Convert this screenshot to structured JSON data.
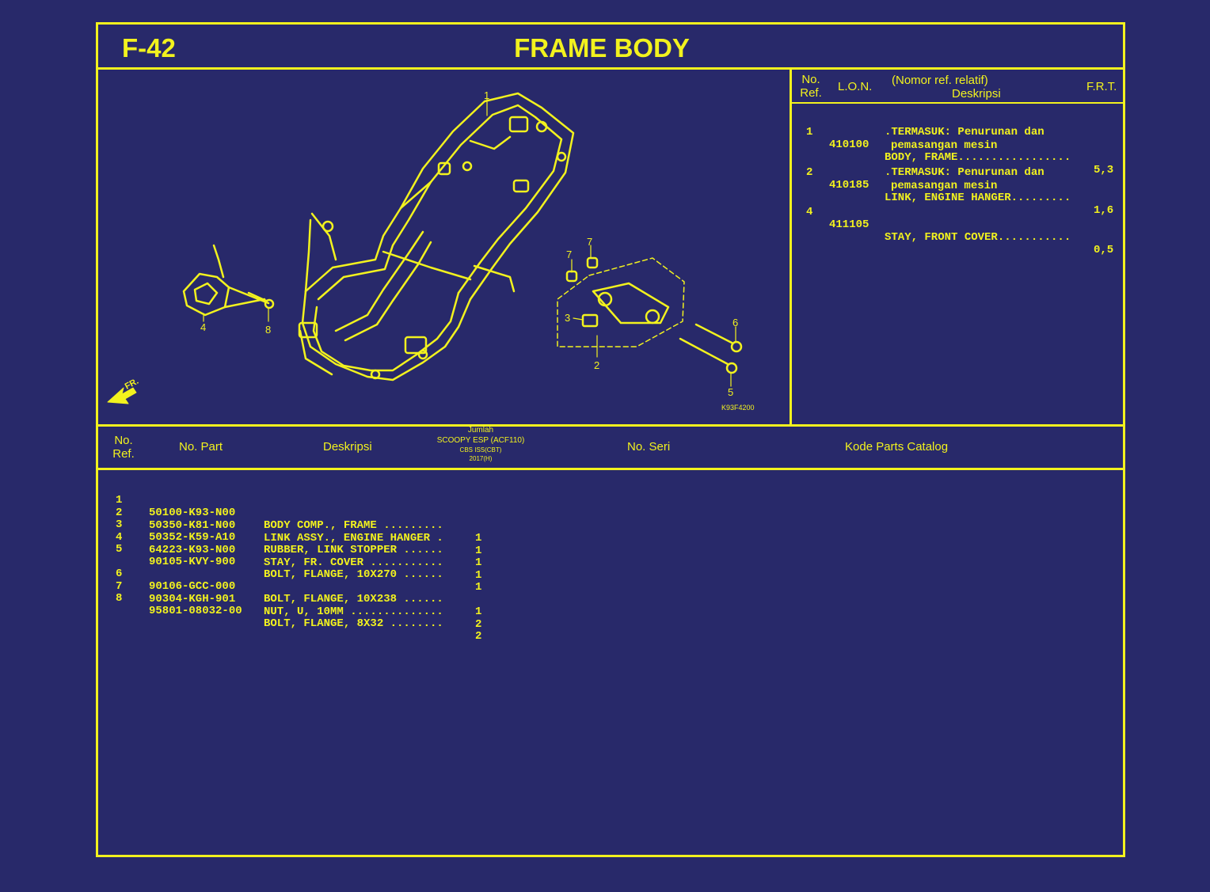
{
  "page": {
    "code": "F-42",
    "title": "FRAME BODY"
  },
  "colors": {
    "background": "#28296a",
    "ink": "#f2f21e"
  },
  "lon_table": {
    "headers": {
      "ref_line1": "No.",
      "ref_line2": "Ref.",
      "lon": "L.O.N.",
      "desc_line1": "(Nomor ref. relatif)",
      "desc_line2": "Deskripsi",
      "frt": "F.R.T."
    },
    "rows": [
      {
        "ref": "1",
        "lon": "410100",
        "desc": "BODY, FRAME.................",
        "note1": ".TERMASUK: Penurunan dan",
        "note2": "pemasangan mesin",
        "frt": "5,3"
      },
      {
        "ref": "2",
        "lon": "410185",
        "desc": "LINK, ENGINE HANGER.........",
        "note1": ".TERMASUK: Penurunan dan",
        "note2": "pemasangan mesin",
        "frt": "1,6"
      },
      {
        "ref": "4",
        "lon": "411105",
        "desc": "STAY, FRONT COVER...........",
        "note1": "",
        "note2": "",
        "frt": "0,5"
      }
    ]
  },
  "diagram": {
    "code": "K93F4200",
    "fr_label": "FR.",
    "callouts": [
      "1",
      "2",
      "3",
      "4",
      "5",
      "6",
      "7",
      "7",
      "8"
    ]
  },
  "parts_table": {
    "headers": {
      "ref_line1": "No.",
      "ref_line2": "Ref.",
      "part_no": "No. Part",
      "desc": "Deskripsi",
      "qty_line1": "Jumlah",
      "qty_line2": "SCOOPY ESP (ACF110)",
      "qty_line3": "CBS ISS(CBT)",
      "qty_line4": "2017(H)",
      "serial": "No. Seri",
      "catalog": "Kode Parts Catalog"
    },
    "rows": [
      {
        "ref": "1",
        "part_no": "50100-K93-N00",
        "desc": "BODY COMP., FRAME .........",
        "qty": "1"
      },
      {
        "ref": "2",
        "part_no": "50350-K81-N00",
        "desc": "LINK ASSY., ENGINE HANGER .",
        "qty": "1"
      },
      {
        "ref": "3",
        "part_no": "50352-K59-A10",
        "desc": "RUBBER, LINK STOPPER ......",
        "qty": "1"
      },
      {
        "ref": "4",
        "part_no": "64223-K93-N00",
        "desc": "STAY, FR. COVER ...........",
        "qty": "1"
      },
      {
        "ref": "5",
        "part_no": "90105-KVY-900",
        "desc": "BOLT, FLANGE, 10X270 ......",
        "qty": "1"
      },
      {
        "ref": "6",
        "part_no": "90106-GCC-000",
        "desc": "BOLT, FLANGE, 10X238 ......",
        "qty": "1"
      },
      {
        "ref": "7",
        "part_no": "90304-KGH-901",
        "desc": "NUT, U, 10MM ..............",
        "qty": "2"
      },
      {
        "ref": "8",
        "part_no": "95801-08032-00",
        "desc": "BOLT, FLANGE, 8X32 ........",
        "qty": "2"
      }
    ]
  }
}
